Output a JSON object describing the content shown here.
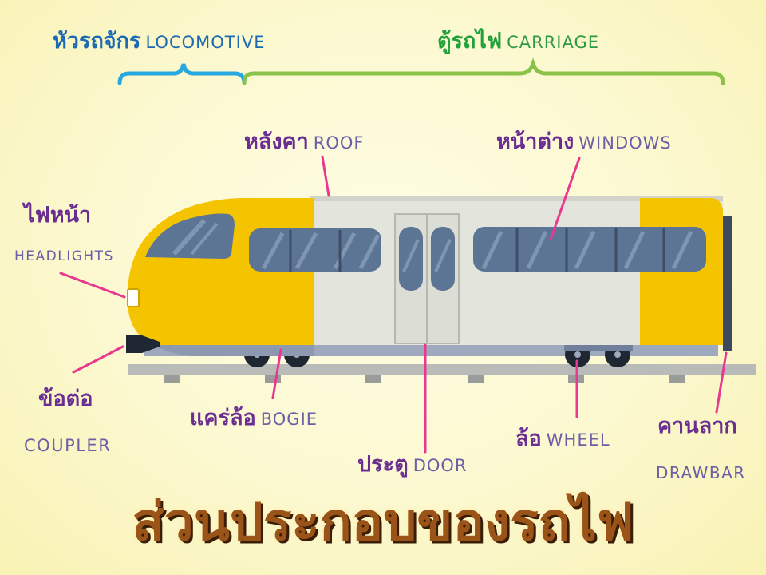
{
  "sections": {
    "locomotive": {
      "th": "หัวรถจักร",
      "en": "LOCOMOTIVE"
    },
    "carriage": {
      "th": "ตู้รถไฟ",
      "en": "CARRIAGE"
    }
  },
  "parts": {
    "roof": {
      "th": "หลังคา",
      "en": "ROOF"
    },
    "windows": {
      "th": "หน้าต่าง",
      "en": "WINDOWS"
    },
    "headlights": {
      "th": "ไฟหน้า",
      "en": "HEADLIGHTS"
    },
    "coupler": {
      "th": "ข้อต่อ",
      "en": "COUPLER"
    },
    "bogie": {
      "th": "แคร่ล้อ",
      "en": "BOGIE"
    },
    "door": {
      "th": "ประตู",
      "en": "DOOR"
    },
    "wheel": {
      "th": "ล้อ",
      "en": "WHEEL"
    },
    "drawbar": {
      "th": "คานลาก",
      "en": "DRAWBAR"
    }
  },
  "title": "ส่วนประกอบของรถไฟ",
  "colors": {
    "locomotive_bracket": "#29a8e0",
    "carriage_bracket": "#8bc34a",
    "pointer": "#e8388f",
    "train_yellow": "#f5c400",
    "train_body": "#e3e4dc",
    "window_glass": "#5d7594"
  }
}
